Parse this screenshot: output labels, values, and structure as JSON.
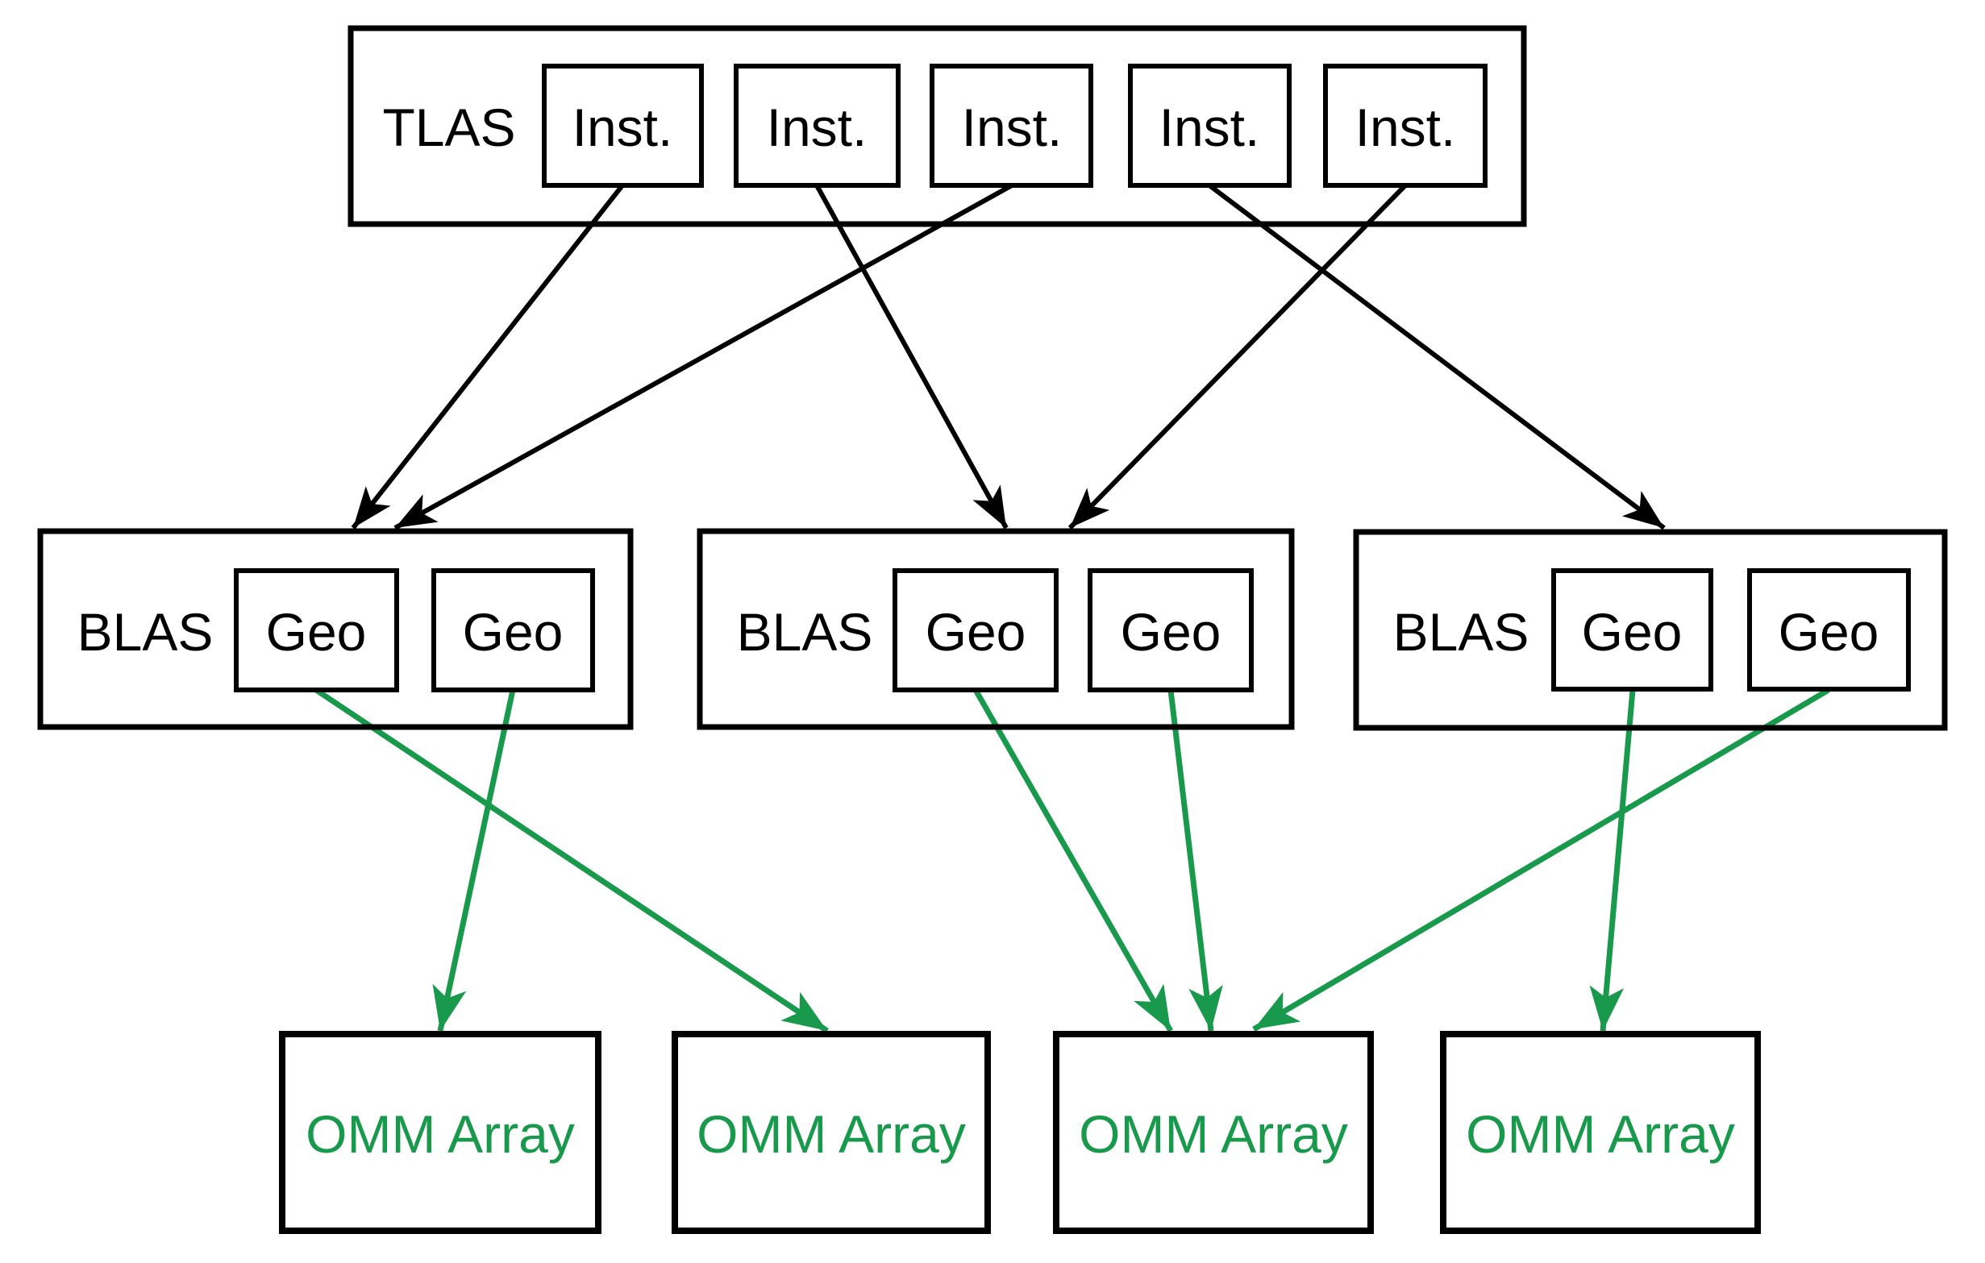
{
  "colors": {
    "line_black": "#000000",
    "line_green": "#18994c",
    "text_black": "#000000",
    "bg": "#ffffff"
  },
  "tlas": {
    "label": "TLAS",
    "instances": [
      {
        "label": "Inst."
      },
      {
        "label": "Inst."
      },
      {
        "label": "Inst."
      },
      {
        "label": "Inst."
      },
      {
        "label": "Inst."
      }
    ]
  },
  "blas": [
    {
      "label": "BLAS",
      "geos": [
        {
          "label": "Geo"
        },
        {
          "label": "Geo"
        }
      ]
    },
    {
      "label": "BLAS",
      "geos": [
        {
          "label": "Geo"
        },
        {
          "label": "Geo"
        }
      ]
    },
    {
      "label": "BLAS",
      "geos": [
        {
          "label": "Geo"
        },
        {
          "label": "Geo"
        }
      ]
    }
  ],
  "omm": [
    {
      "label": "OMM Array"
    },
    {
      "label": "OMM Array"
    },
    {
      "label": "OMM Array"
    },
    {
      "label": "OMM Array"
    }
  ],
  "edges": {
    "instance_to_blas": [
      {
        "from": "tlas.instance.1",
        "to": "blas.1"
      },
      {
        "from": "tlas.instance.2",
        "to": "blas.2"
      },
      {
        "from": "tlas.instance.3",
        "to": "blas.1"
      },
      {
        "from": "tlas.instance.4",
        "to": "blas.3"
      },
      {
        "from": "tlas.instance.5",
        "to": "blas.2"
      }
    ],
    "geo_to_omm": [
      {
        "from": "blas.1.geo.1",
        "to": "omm.2"
      },
      {
        "from": "blas.1.geo.2",
        "to": "omm.1"
      },
      {
        "from": "blas.2.geo.1",
        "to": "omm.3"
      },
      {
        "from": "blas.2.geo.2",
        "to": "omm.3"
      },
      {
        "from": "blas.3.geo.1",
        "to": "omm.4"
      },
      {
        "from": "blas.3.geo.2",
        "to": "omm.3"
      }
    ]
  }
}
